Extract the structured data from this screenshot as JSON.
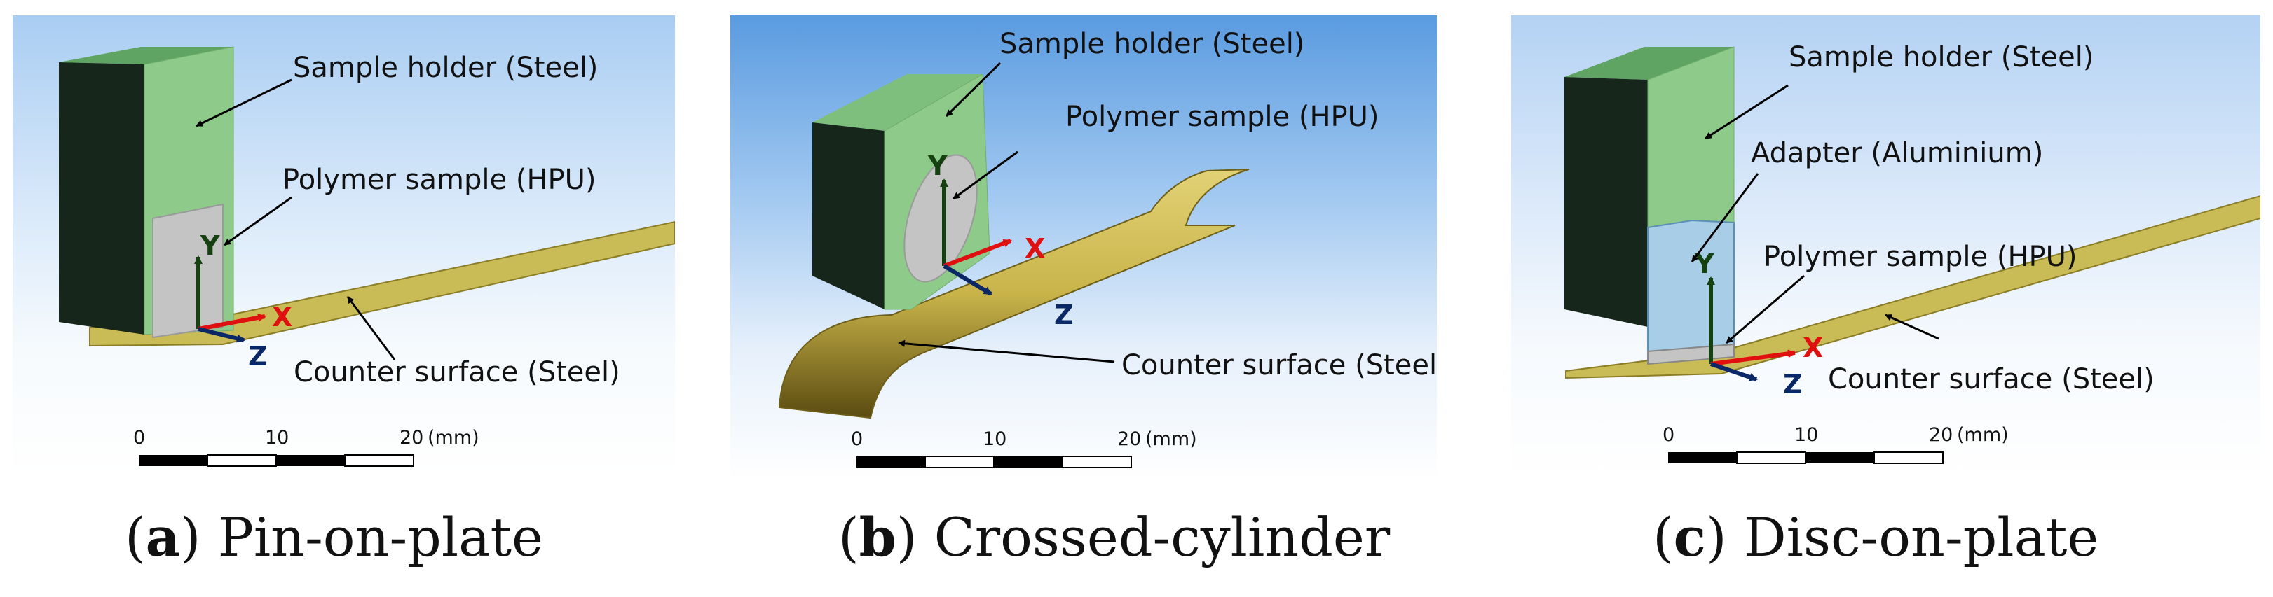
{
  "panels": [
    {
      "letter": "a",
      "caption": "Pin-on-plate",
      "labels": {
        "holder": "Sample holder (Steel)",
        "sample": "Polymer sample (HPU)",
        "counter": "Counter surface (Steel)"
      },
      "axes": {
        "x": "X",
        "y": "Y",
        "z": "Z"
      },
      "scale": {
        "t0": "0",
        "t1": "10",
        "t2": "20",
        "unit": "(mm)"
      }
    },
    {
      "letter": "b",
      "caption": "Crossed-cylinder",
      "labels": {
        "holder": "Sample holder (Steel)",
        "sample": "Polymer sample (HPU)",
        "counter": "Counter surface (Steel)"
      },
      "axes": {
        "x": "X",
        "y": "Y",
        "z": "Z"
      },
      "scale": {
        "t0": "0",
        "t1": "10",
        "t2": "20",
        "unit": "(mm)"
      }
    },
    {
      "letter": "c",
      "caption": "Disc-on-plate",
      "labels": {
        "holder": "Sample holder (Steel)",
        "adapter": "Adapter (Aluminium)",
        "sample": "Polymer sample (HPU)",
        "counter": "Counter surface (Steel)"
      },
      "axes": {
        "x": "X",
        "y": "Y",
        "z": "Z"
      },
      "scale": {
        "t0": "0",
        "t1": "10",
        "t2": "20",
        "unit": "(mm)"
      }
    }
  ],
  "colors": {
    "holder_front": "#8ecb8a",
    "holder_side": "#17261a",
    "holder_top": "#5fa463",
    "sample": "#c4c4c4",
    "adapter": "#a8cde6",
    "counter": "#c9bb55",
    "axis_x": "#e01010",
    "axis_y": "#15400f",
    "axis_z": "#0a2766"
  }
}
